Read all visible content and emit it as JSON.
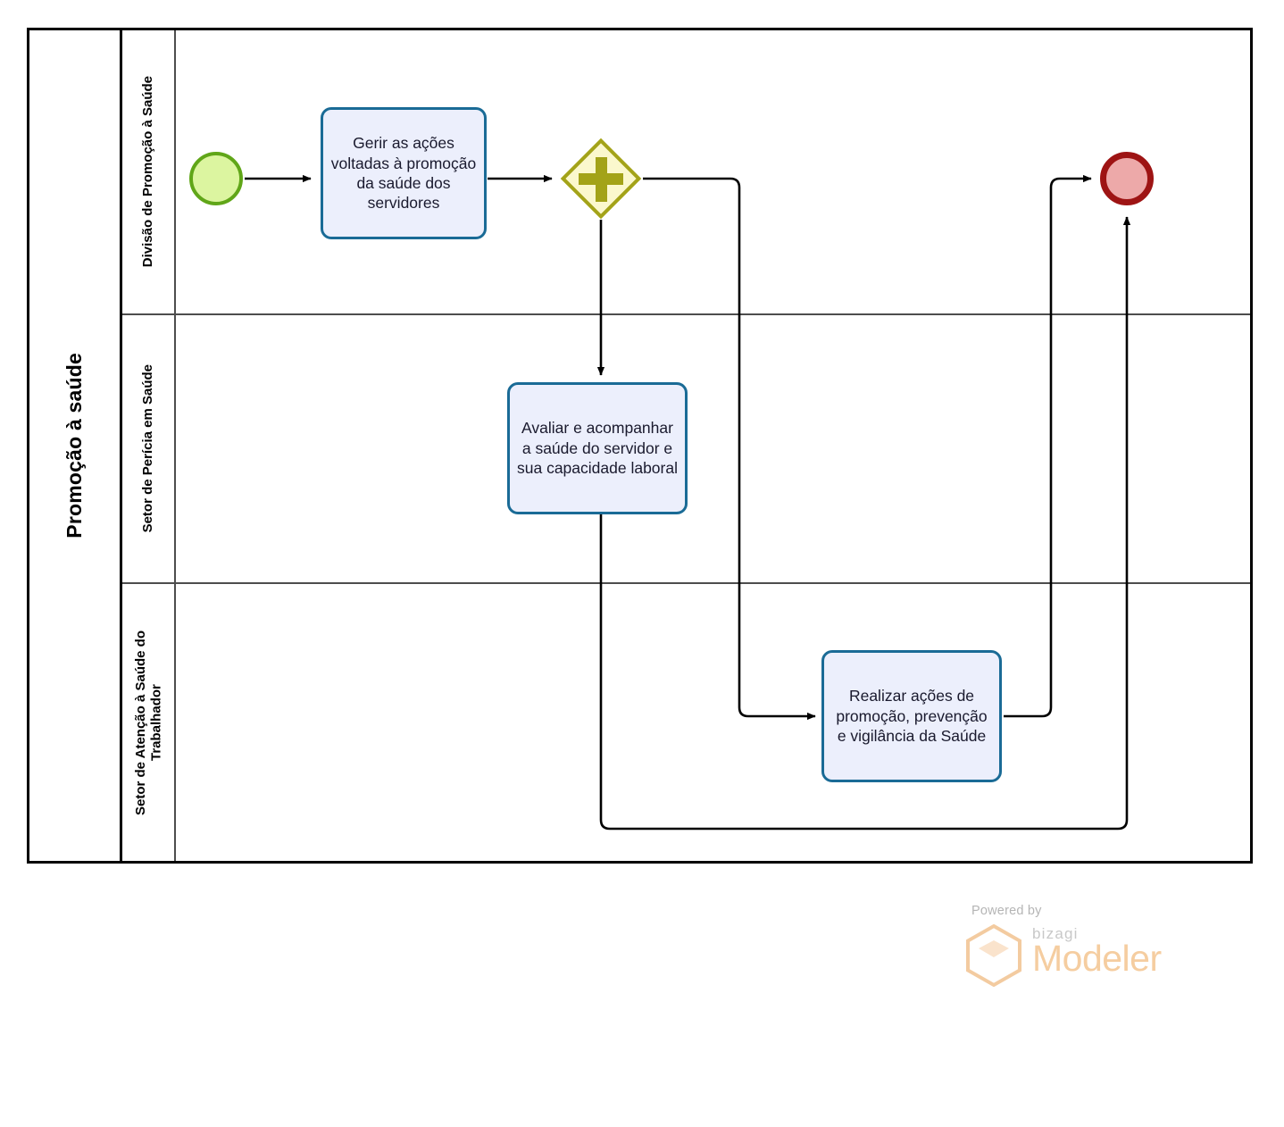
{
  "diagram": {
    "type": "bpmn-process",
    "pool": {
      "title": "Promoção à saúde"
    },
    "lanes": [
      {
        "id": "lane-divisao",
        "title": "Divisão de Promoção à Saúde"
      },
      {
        "id": "lane-pericia",
        "title": "Setor de Perícia em Saúde"
      },
      {
        "id": "lane-atencao",
        "title": "Setor de Atenção à Saúde do\nTrabalhador"
      }
    ],
    "nodes": {
      "start_event": {
        "kind": "start-event",
        "label": ""
      },
      "task_gerir": {
        "kind": "task",
        "label": "Gerir as ações voltadas à promoção da saúde dos servidores"
      },
      "gateway_parallel": {
        "kind": "parallel-gateway",
        "label": "",
        "marker": "+"
      },
      "task_avaliar": {
        "kind": "task",
        "label": "Avaliar e acompanhar a saúde do servidor e sua capacidade laboral"
      },
      "task_realizar": {
        "kind": "task",
        "label": "Realizar ações de promoção, prevenção e vigilância da Saúde"
      },
      "end_event": {
        "kind": "end-event",
        "label": ""
      }
    },
    "colors": {
      "start_fill": "#dcf5a0",
      "start_stroke": "#60a618",
      "end_fill": "#eda9a9",
      "end_stroke": "#9e1414",
      "gateway_fill": "#fbf8cd",
      "gateway_stroke": "#a3a318",
      "task_fill": "#eceffc",
      "task_stroke": "#1a6b96",
      "lane_stroke": "#4d4d4d",
      "pool_stroke": "#000000",
      "flow_stroke": "#000000"
    }
  },
  "footer": {
    "powered_by": "Powered by",
    "brand": "bizagi",
    "product": "Modeler"
  }
}
